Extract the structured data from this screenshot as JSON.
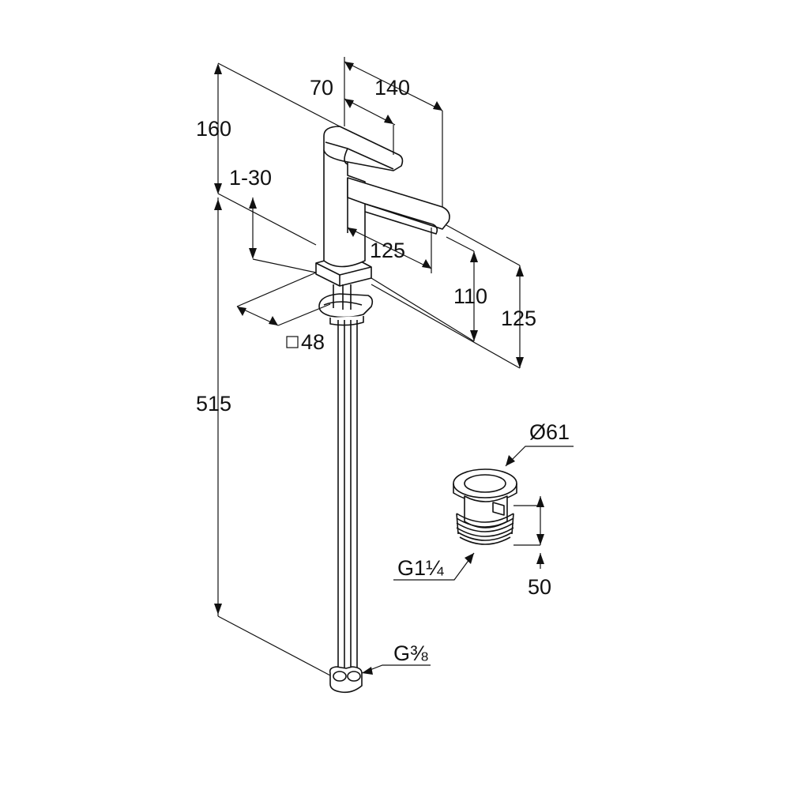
{
  "dimensions": {
    "d160": "160",
    "d1_30": "1-30",
    "d70": "70",
    "d140": "140",
    "d125_spout": "125",
    "d110": "110",
    "d125_right": "125",
    "sq48": "48",
    "d515": "515",
    "dia61": "Ø61",
    "g1_quarter": "G1¼",
    "d50": "50",
    "g3_8": "G⅜"
  }
}
